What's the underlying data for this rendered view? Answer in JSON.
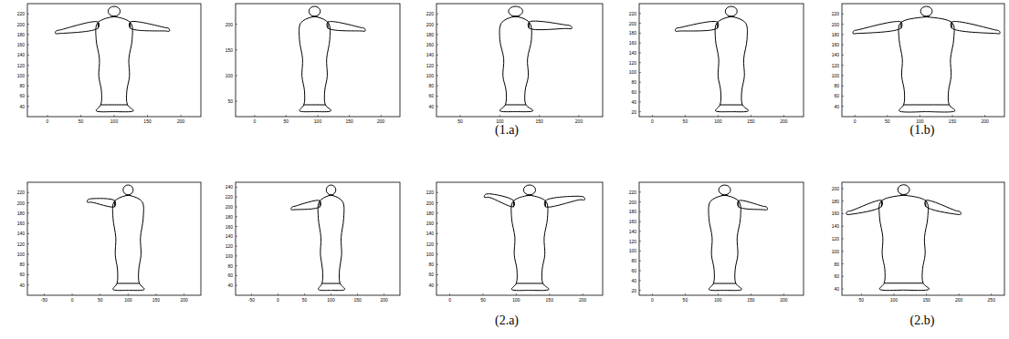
{
  "diagram": {
    "labels": [
      "(1.a)",
      "(1.b)",
      "(2.a)",
      "(2.b)",
      "0",
      "50",
      "100",
      "150",
      "200",
      "40",
      "60",
      "80",
      "100",
      "120",
      "140",
      "160",
      "180",
      "200",
      "220",
      "0",
      "50",
      "100",
      "150",
      "200",
      "50",
      "100",
      "150",
      "200",
      "50",
      "100",
      "150",
      "200",
      "40",
      "60",
      "80",
      "100",
      "120",
      "140",
      "160",
      "180",
      "200",
      "220",
      "0",
      "50",
      "100",
      "150",
      "200",
      "20",
      "40",
      "60",
      "80",
      "100",
      "120",
      "140",
      "160",
      "180",
      "200",
      "220",
      "0",
      "50",
      "100",
      "150",
      "200",
      "40",
      "60",
      "80",
      "100",
      "120",
      "140",
      "160",
      "180",
      "200",
      "220",
      "-50",
      "0",
      "50",
      "100",
      "150",
      "200",
      "40",
      "60",
      "80",
      "100",
      "120",
      "140",
      "160",
      "180",
      "200",
      "220",
      "-50",
      "0",
      "50",
      "100",
      "150",
      "200",
      "40",
      "60",
      "80",
      "100",
      "120",
      "140",
      "160",
      "180",
      "200",
      "220",
      "240",
      "0",
      "50",
      "100",
      "150",
      "200",
      "40",
      "60",
      "80",
      "100",
      "120",
      "140",
      "160",
      "180",
      "200",
      "220",
      "0",
      "50",
      "100",
      "150",
      "200",
      "20",
      "40",
      "60",
      "80",
      "100",
      "120",
      "140",
      "160",
      "180",
      "200",
      "220",
      "50",
      "100",
      "150",
      "200",
      "250",
      "40",
      "60",
      "80",
      "100",
      "120",
      "140",
      "160",
      "180",
      "200"
    ]
  }
}
